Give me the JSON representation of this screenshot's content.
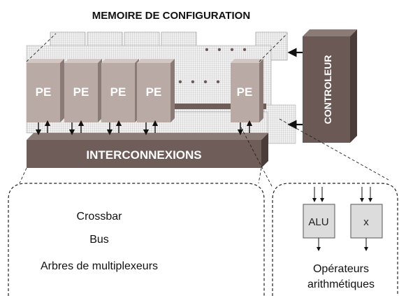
{
  "title": "MEMOIRE DE CONFIGURATION",
  "pe_label": "PE",
  "dots": "• • • •",
  "controller_label": "CONTROLEUR",
  "interconnect_label": "INTERCONNEXIONS",
  "interconnect_types": [
    "Crossbar",
    "Bus",
    "Arbres de multiplexeurs"
  ],
  "operators": {
    "alu_label": "ALU",
    "mult_label": "x",
    "caption_line1": "Opérateurs",
    "caption_line2": "arithmétiques"
  },
  "colors": {
    "pe_front": "#b9aaa5",
    "pe_side": "#8a7b76",
    "interconnect": "#6e5d58",
    "controller": "#6a5955",
    "operator_box": "#dcdcdc"
  }
}
